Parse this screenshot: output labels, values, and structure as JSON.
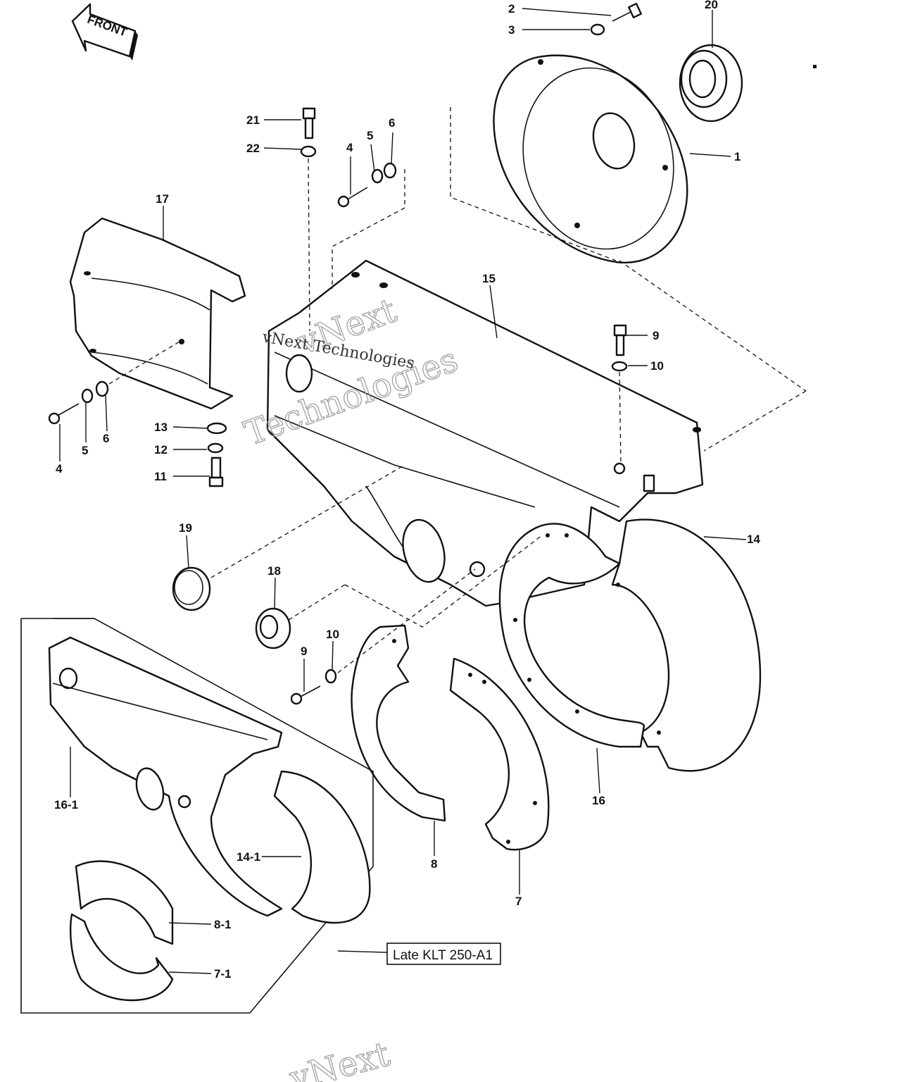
{
  "front_arrow_label": "FRONT",
  "box_label": "Late KLT 250-A1",
  "watermark_primary": "vNext Technologies",
  "watermark_outline_1": "vNext",
  "watermark_outline_2": "Technologies",
  "watermark_bottom": "vNext",
  "callouts": [
    {
      "id": "c-2",
      "text": "2"
    },
    {
      "id": "c-3",
      "text": "3"
    },
    {
      "id": "c-20",
      "text": "20"
    },
    {
      "id": "c-21",
      "text": "21"
    },
    {
      "id": "c-22",
      "text": "22"
    },
    {
      "id": "c-4a",
      "text": "4"
    },
    {
      "id": "c-5a",
      "text": "5"
    },
    {
      "id": "c-6a",
      "text": "6"
    },
    {
      "id": "c-1",
      "text": "1"
    },
    {
      "id": "c-17",
      "text": "17"
    },
    {
      "id": "c-15",
      "text": "15"
    },
    {
      "id": "c-9a",
      "text": "9"
    },
    {
      "id": "c-10a",
      "text": "10"
    },
    {
      "id": "c-4b",
      "text": "4"
    },
    {
      "id": "c-5b",
      "text": "5"
    },
    {
      "id": "c-6b",
      "text": "6"
    },
    {
      "id": "c-13",
      "text": "13"
    },
    {
      "id": "c-12",
      "text": "12"
    },
    {
      "id": "c-11",
      "text": "11"
    },
    {
      "id": "c-14",
      "text": "14"
    },
    {
      "id": "c-19",
      "text": "19"
    },
    {
      "id": "c-18",
      "text": "18"
    },
    {
      "id": "c-10b",
      "text": "10"
    },
    {
      "id": "c-9b",
      "text": "9"
    },
    {
      "id": "c-16",
      "text": "16"
    },
    {
      "id": "c-16-1",
      "text": "16-1"
    },
    {
      "id": "c-14-1",
      "text": "14-1"
    },
    {
      "id": "c-8",
      "text": "8"
    },
    {
      "id": "c-7",
      "text": "7"
    },
    {
      "id": "c-8-1",
      "text": "8-1"
    },
    {
      "id": "c-7-1",
      "text": "7-1"
    }
  ]
}
